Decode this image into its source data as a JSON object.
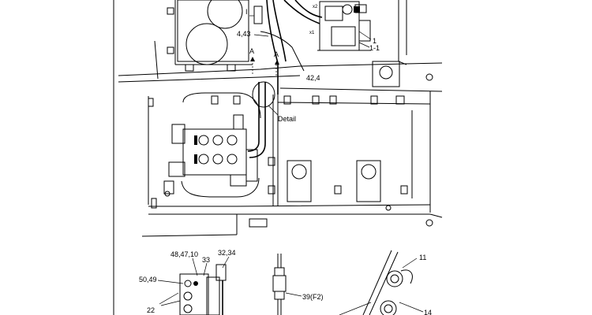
{
  "labels": {
    "l_4_43": "4,43",
    "l_A_top": "A",
    "l_A_right": "A",
    "l_1": "1",
    "l_1_1": "1-1",
    "l_42_4": "42,4",
    "l_detail": "Detail",
    "l_48_47_10": "48,47,10",
    "l_32_34": "32,34",
    "l_33": "33",
    "l_50_49": "50,49",
    "l_22": "22",
    "l_39_f2": "39(F2)",
    "l_11": "11",
    "l_14": "14",
    "l_x1": "x1",
    "l_x2": "x2",
    "l_I": "I"
  }
}
